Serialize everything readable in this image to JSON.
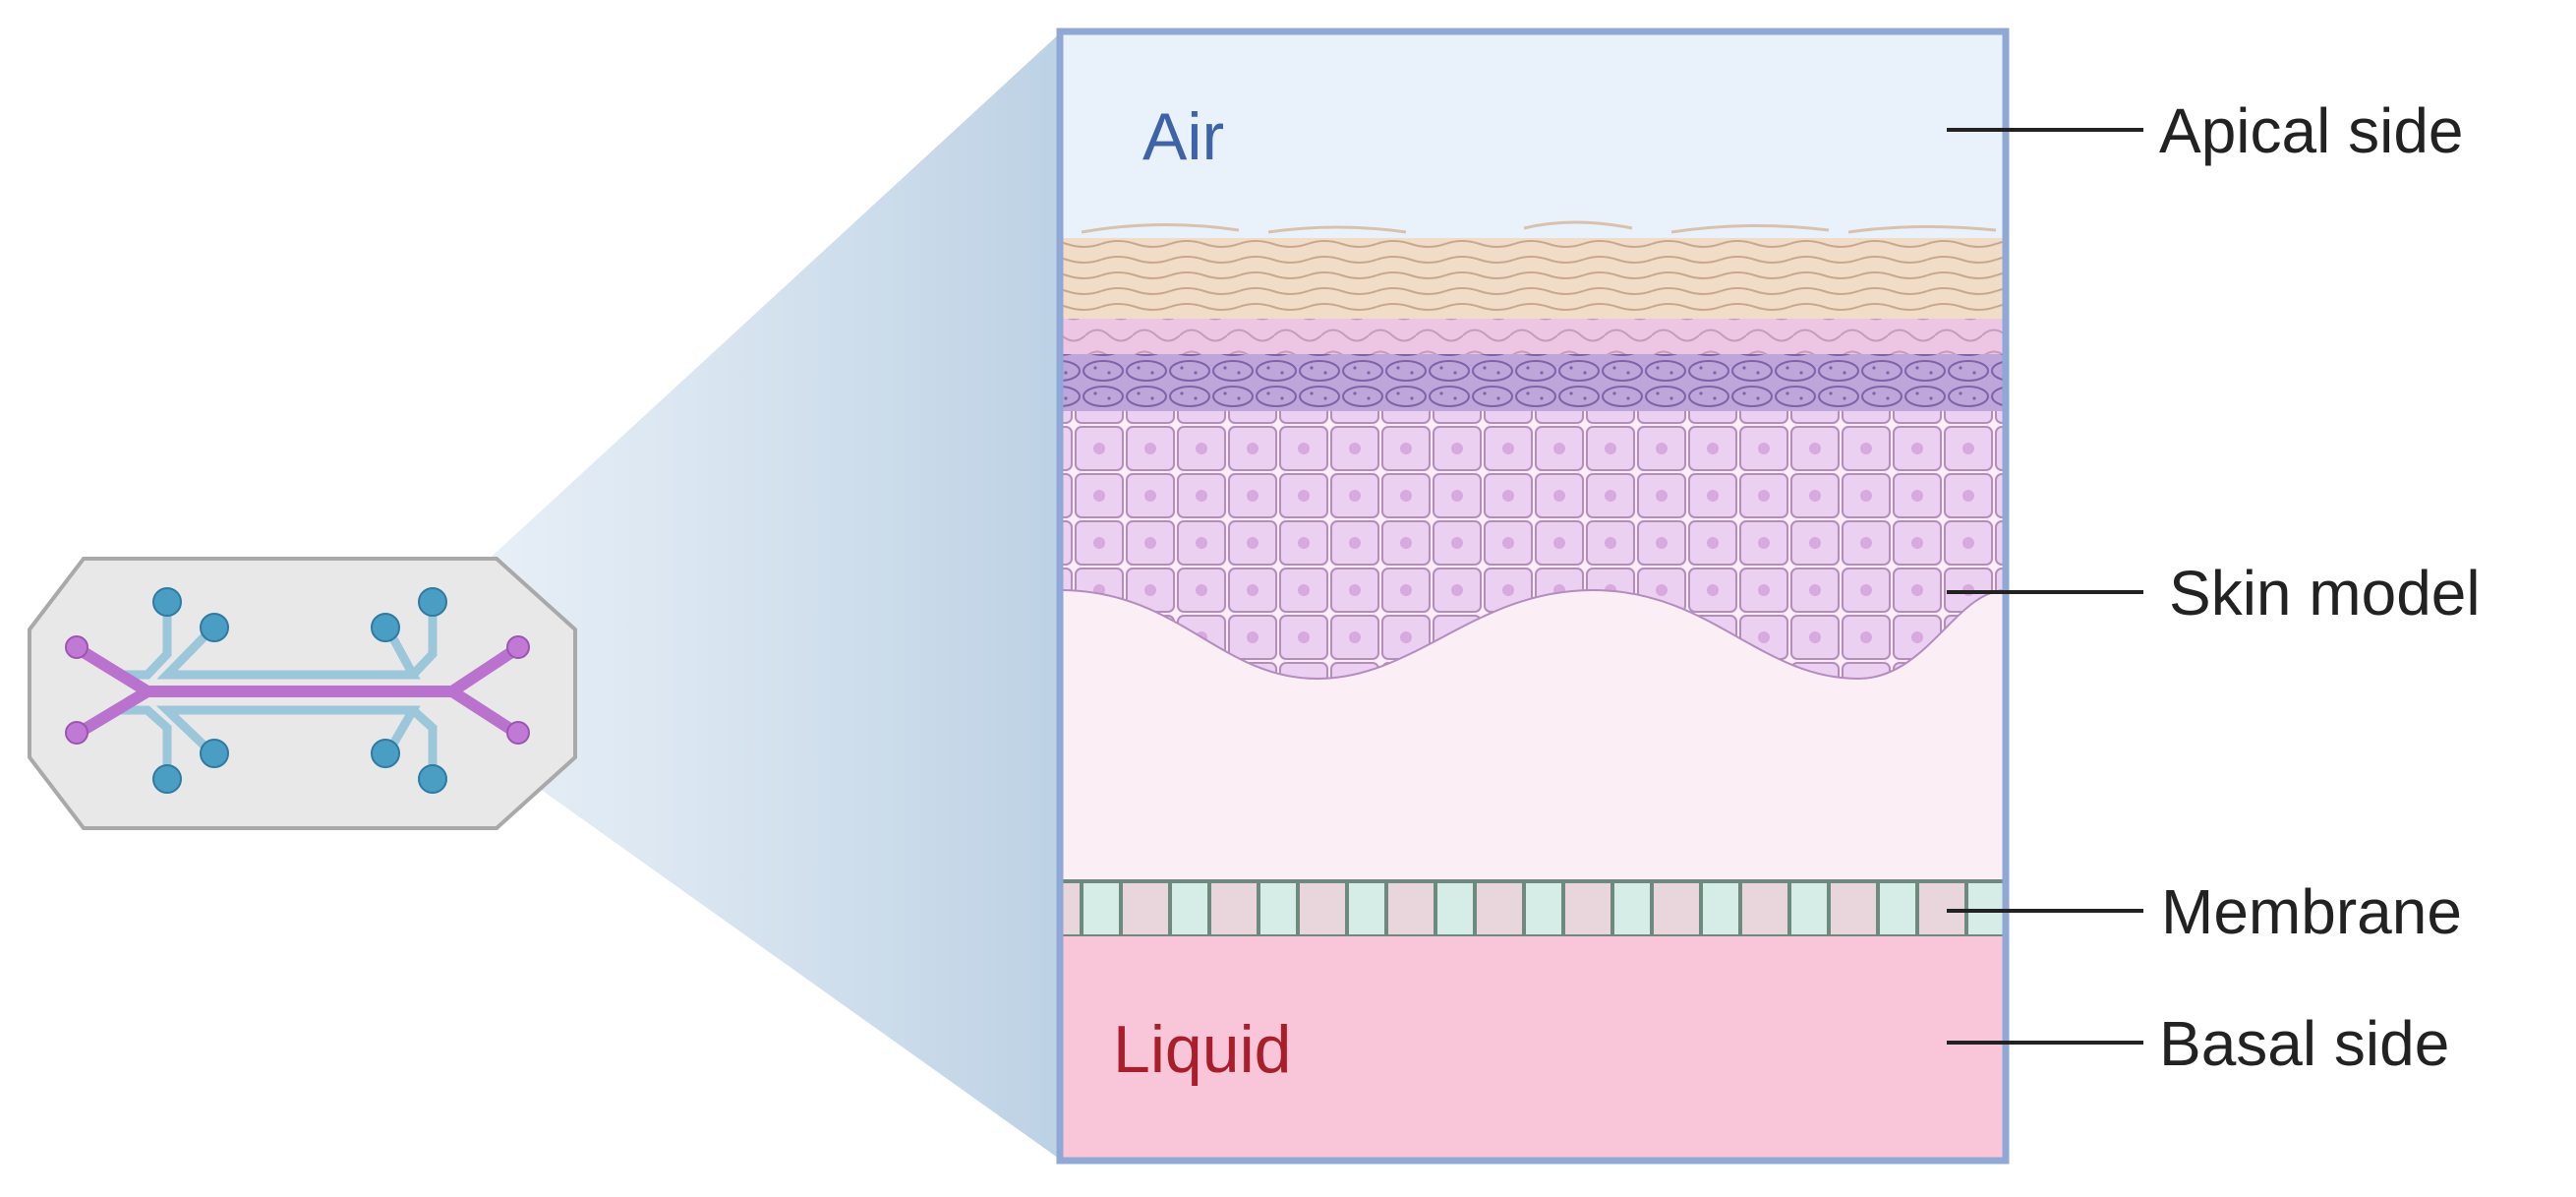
{
  "labels": {
    "air": "Air",
    "liquid": "Liquid",
    "apical_side": "Apical side",
    "skin_model": "Skin model",
    "membrane": "Membrane",
    "basal_side": "Basal side"
  },
  "colors": {
    "frame_border": "#8fa8d6",
    "air_fill": "#e9f2fb",
    "air_text": "#3f63a8",
    "liquid_fill": "#f8c6d8",
    "liquid_text": "#a81e2a",
    "stratum_corneum": "#f1dcc8",
    "granular_layer": "#ecc6e3",
    "spinous_layer": "#b9a0d6",
    "basal_cells": "#e8c6ee",
    "dermis_fill": "#fbeef4",
    "membrane_fill": "#e8d6dc",
    "membrane_pore": "#d6ece6",
    "membrane_stroke": "#6e8a7e",
    "chip_body": "#e6e6e6",
    "chip_channel": "#b973cf",
    "chip_port_blue": "#4a9ec4",
    "chip_port_purple": "#b973cf",
    "zoom_cone": "#c7d9ea",
    "leader_line": "#222222"
  }
}
